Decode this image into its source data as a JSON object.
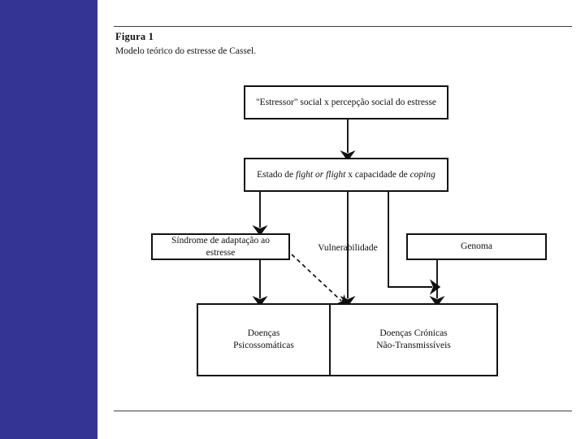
{
  "slide": {
    "background_color": "#ffffff",
    "sidebar_color": "#343494"
  },
  "figure": {
    "label": "Figura 1",
    "subtitle": "Modelo teórico do estresse de Cassel."
  },
  "diagram": {
    "type": "flowchart",
    "nodes": [
      {
        "id": "estressor",
        "label": "\"Estressor\" social x percepção social do estresse"
      },
      {
        "id": "fight-flight",
        "label_parts": [
          "Estado de ",
          "fight or flight",
          " x capacidade de ",
          "coping"
        ]
      },
      {
        "id": "sindrome",
        "label": "Síndrome de adaptação ao estresse"
      },
      {
        "id": "vulnerabilidade",
        "label": "Vulnerabilidade"
      },
      {
        "id": "genoma",
        "label": "Genoma"
      },
      {
        "id": "psicossomaticas",
        "label": "Doenças\nPsicossomáticas"
      },
      {
        "id": "cronicas",
        "label": "Doenças Crónicas\nNão-Transmissíveis"
      }
    ],
    "edges": [
      {
        "from": "estressor",
        "to": "fight-flight",
        "style": "solid"
      },
      {
        "from": "fight-flight",
        "to": "sindrome",
        "style": "solid"
      },
      {
        "from": "fight-flight",
        "to": "cronicas",
        "style": "solid",
        "via": "vulnerabilidade"
      },
      {
        "from": "fight-flight",
        "to": "genoma",
        "style": "solid"
      },
      {
        "from": "genoma",
        "to": "cronicas",
        "style": "solid"
      },
      {
        "from": "sindrome",
        "to": "psicossomaticas",
        "style": "solid"
      },
      {
        "from": "sindrome",
        "to": "cronicas",
        "style": "dashed"
      }
    ],
    "line_color": "#111111"
  }
}
